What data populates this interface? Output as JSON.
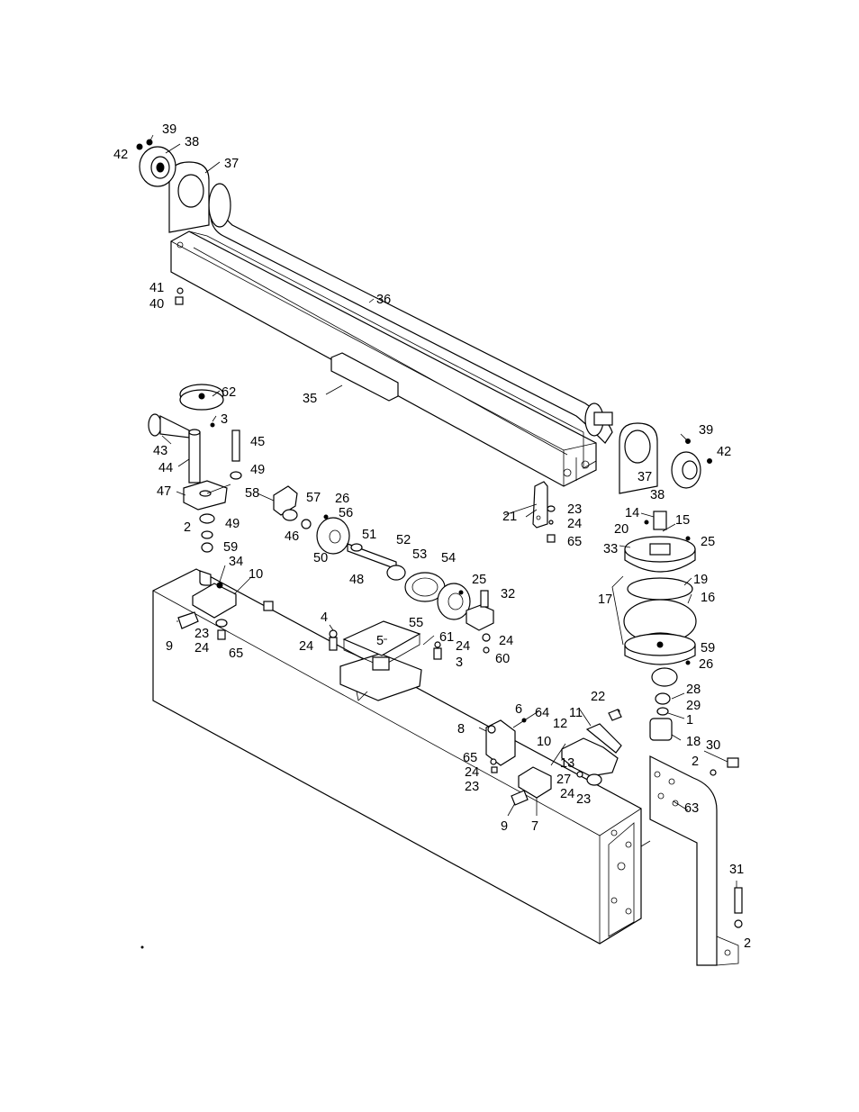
{
  "labels": {
    "n1": "1",
    "n2a": "2",
    "n2b": "2",
    "n2c": "2",
    "n3a": "3",
    "n3b": "3",
    "n4": "4",
    "n5": "5",
    "n6": "6",
    "n7": "7",
    "n8": "8",
    "n9a": "9",
    "n9b": "9",
    "n10a": "10",
    "n10b": "10",
    "n11": "11",
    "n12": "12",
    "n13": "13",
    "n14": "14",
    "n15": "15",
    "n16": "16",
    "n17": "17",
    "n18": "18",
    "n19": "19",
    "n20": "20",
    "n21": "21",
    "n22": "22",
    "n23a": "23",
    "n23b": "23",
    "n23c": "23",
    "n23d": "23",
    "n24a": "24",
    "n24b": "24",
    "n24c": "24",
    "n24d": "24",
    "n24e": "24",
    "n24f": "24",
    "n24g": "24",
    "n25a": "25",
    "n25b": "25",
    "n26a": "26",
    "n26b": "26",
    "n27": "27",
    "n28": "28",
    "n29": "29",
    "n30": "30",
    "n31": "31",
    "n32": "32",
    "n33": "33",
    "n34": "34",
    "n35": "35",
    "n36": "36",
    "n37a": "37",
    "n37b": "37",
    "n38a": "38",
    "n38b": "38",
    "n39a": "39",
    "n39b": "39",
    "n40": "40",
    "n41": "41",
    "n42a": "42",
    "n42b": "42",
    "n43": "43",
    "n44": "44",
    "n45": "45",
    "n46": "46",
    "n47": "47",
    "n48": "48",
    "n49a": "49",
    "n49b": "49",
    "n50": "50",
    "n51": "51",
    "n52": "52",
    "n53": "53",
    "n54": "54",
    "n55": "55",
    "n56": "56",
    "n57": "57",
    "n58": "58",
    "n59a": "59",
    "n59b": "59",
    "n60": "60",
    "n61": "61",
    "n62": "62",
    "n63": "63",
    "n64": "64",
    "n65a": "65",
    "n65b": "65",
    "n65c": "65"
  }
}
